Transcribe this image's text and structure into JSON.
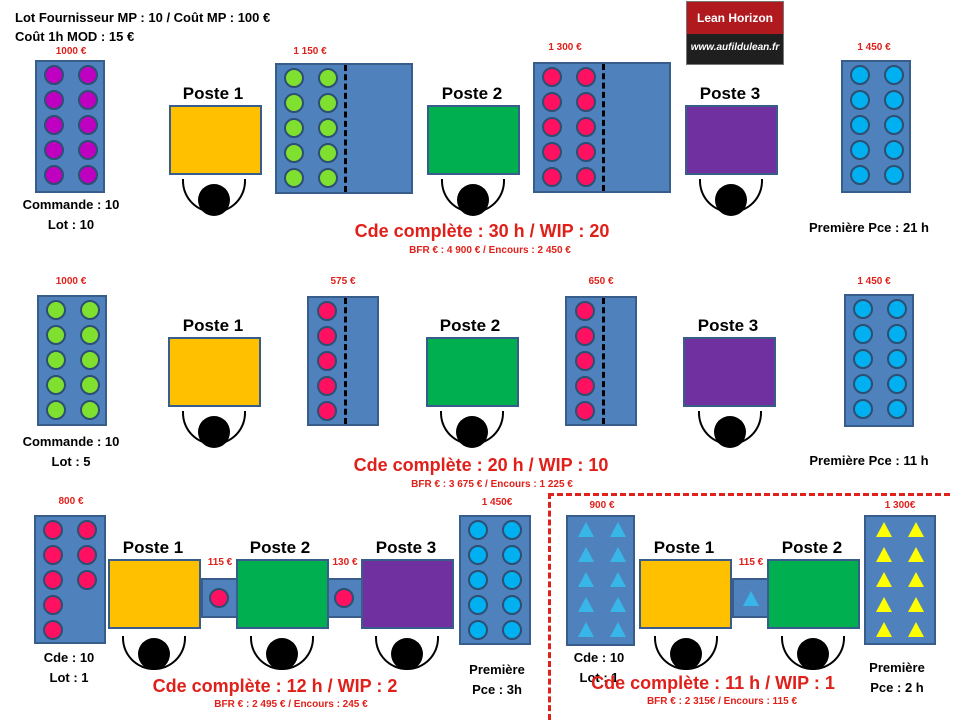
{
  "header": {
    "line1": "Lot Fournisseur MP : 10 / Coût MP : 100 €",
    "line2": "Coût 1h MOD : 15 €"
  },
  "logo": {
    "title": "Lean Horizon",
    "url": "www.aufildulean.fr"
  },
  "colors": {
    "rack_blue": "#4f81bd",
    "poste1_yellow": "#ffc000",
    "poste2_green": "#00b050",
    "poste3_purple": "#7030a0",
    "dot_magenta": "#c000c0",
    "dot_lime": "#7fe030",
    "dot_pink": "#ff1060",
    "dot_cyan": "#00b0f0",
    "triangle_cyan": "#38b6e8",
    "triangle_yellow": "#ffff00",
    "accent_red": "#e0201a"
  },
  "scenario1": {
    "prices": [
      "1000 €",
      "1 150 €",
      "1 300 €",
      "1 450 €"
    ],
    "postes": [
      "Poste 1",
      "Poste 2",
      "Poste 3"
    ],
    "commande": "Commande : 10",
    "lot": "Lot : 10",
    "premiere": "Première Pce : 21 h",
    "cde": "Cde complète : 30 h / WIP : 20",
    "bfr": "BFR € : 4 900 € / Encours :  2 450 €"
  },
  "scenario2": {
    "prices": [
      "1000 €",
      "575 €",
      "650 €",
      "1 450 €"
    ],
    "postes": [
      "Poste 1",
      "Poste 2",
      "Poste 3"
    ],
    "commande": "Commande : 10",
    "lot": "Lot : 5",
    "premiere": "Première Pce : 11 h",
    "cde": "Cde complète : 20 h / WIP : 10",
    "bfr": "BFR € : 3 675 € / Encours :  1 225 €"
  },
  "scenario3": {
    "prices": [
      "800 €",
      "115 €",
      "130 €",
      "1 450€"
    ],
    "postes": [
      "Poste 1",
      "Poste 2",
      "Poste 3"
    ],
    "commande": "Cde : 10",
    "lot": "Lot : 1",
    "premiere_1": "Première",
    "premiere_2": "Pce : 3h",
    "cde": "Cde complète : 12 h / WIP : 2",
    "bfr": "BFR € : 2 495 € / Encours :  245 €"
  },
  "scenario4": {
    "prices": [
      "900 €",
      "115 €",
      "1 300€"
    ],
    "postes": [
      "Poste 1",
      "Poste 2"
    ],
    "commande": "Cde : 10",
    "lot": "Lot : 1",
    "premiere_1": "Première",
    "premiere_2": "Pce : 2 h",
    "cde": "Cde complète : 11 h / WIP : 1",
    "bfr": "BFR € : 2 315€ / Encours :  115 €"
  }
}
